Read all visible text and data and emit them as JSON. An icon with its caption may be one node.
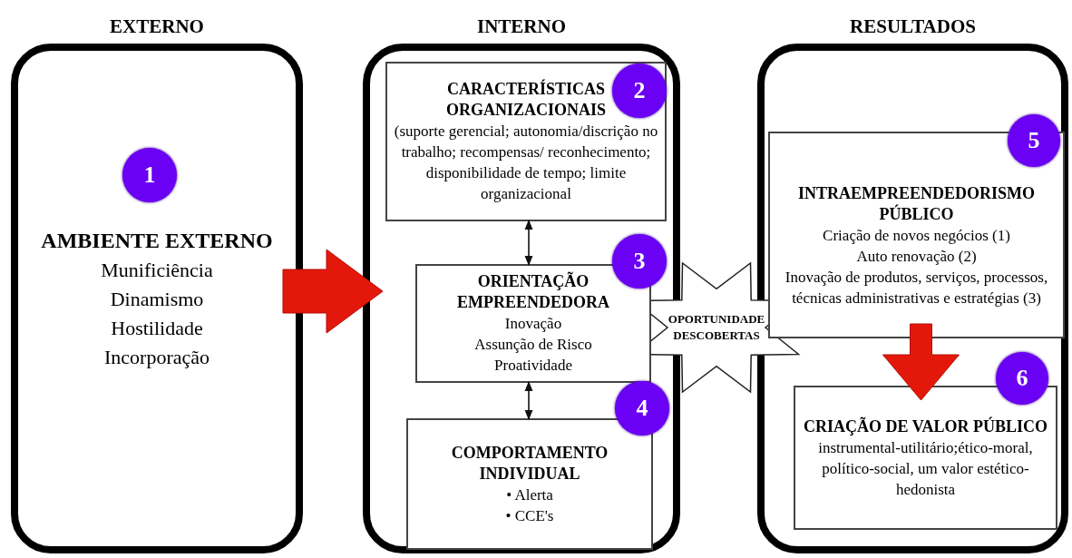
{
  "diagram": {
    "nodes": [
      {
        "text": [
          "EXTERNO",
          "AMBIENTE EXTERNO",
          "Munificiência",
          "Dinamismo",
          "Hostilidade",
          "Incorporação"
        ]
      },
      {
        "text": [
          "1"
        ],
        "in": 0
      },
      {
        "text": [
          "INTERNO"
        ]
      },
      {
        "text": [
          "CARACTERÍSTICAS ORGANIZACIONAIS",
          "(suporte gerencial; autonomia/discrição no trabalho; recompensas/ reconhecimento; disponibilidade de tempo; limite organizacional"
        ],
        "in": 2
      },
      {
        "text": [
          "2"
        ],
        "in": 3
      },
      {
        "text": [
          "ORIENTAÇÃO EMPREENDEDORA",
          "Inovação",
          "Assunção de Risco",
          "Proatividade"
        ],
        "in": 2
      },
      {
        "text": [
          "3"
        ],
        "in": 2
      },
      {
        "text": [
          "COMPORTAMENTO INDIVIDUAL",
          "• Alerta",
          "• CCE's"
        ],
        "in": 2
      },
      {
        "text": [
          "4"
        ],
        "in": 2
      },
      {
        "text": [
          "RESULTADOS"
        ]
      },
      {
        "text": [
          "INTRAEMPREENDEDORISMO PÚBLICO",
          "Criação de novos negócios (1)",
          "Auto renovação (2)",
          "Inovação de produtos, serviços, processos, técnicas administrativas e estratégias (3)"
        ],
        "in": 9
      },
      {
        "text": [
          "5"
        ],
        "in": 9
      },
      {
        "text": [
          "CRIAÇÃO DE VALOR PÚBLICO",
          "instrumental-utilitário;ético-moral, político-social, um valor estético-hedonista"
        ],
        "in": 9
      },
      {
        "text": [
          "6"
        ],
        "in": 9
      },
      {
        "text": [
          "OPORTUNIDADE DESCOBERTAS"
        ]
      }
    ],
    "edges": [
      {
        "from": 0,
        "to": 2,
        "arrow": "to",
        "style": "thick",
        "color": "#e3180b"
      },
      {
        "from": 3,
        "to": 5,
        "arrow": "both"
      },
      {
        "from": 5,
        "to": 7,
        "arrow": "both"
      },
      {
        "from": 10,
        "to": 12,
        "arrow": "to",
        "style": "thick",
        "color": "#e3180b"
      }
    ]
  }
}
